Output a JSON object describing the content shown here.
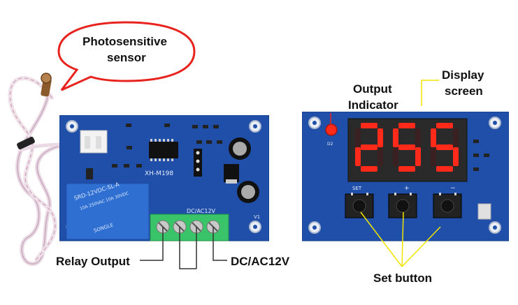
{
  "callout": {
    "line1": "Photosensitive",
    "line2": "sensor",
    "border_color": "#e8231e"
  },
  "labels": {
    "relay_output": "Relay Output",
    "dc_input": "DC/AC12V",
    "output_indicator_line1": "Output",
    "output_indicator_line2": "Indicator",
    "display_line1": "Display",
    "display_line2": "screen",
    "set_button": "Set button"
  },
  "board_left": {
    "model": "XH-M198",
    "terminal_label": "DC/AC12V",
    "relay_text": "SRD-12VDC-SL-A",
    "relay_brand": "SONGLE",
    "pad_label": "V1"
  },
  "board_right": {
    "display_digits": "255",
    "led_label": "D2",
    "button_labels": [
      "SET",
      "+",
      "−"
    ]
  },
  "colors": {
    "pcb_blue": "#1f4fa8",
    "relay_blue": "#2e6fd1",
    "terminal_green": "#39c46a",
    "leader_yellow": "#f2e400",
    "digit_red": "#ff2a1a"
  }
}
